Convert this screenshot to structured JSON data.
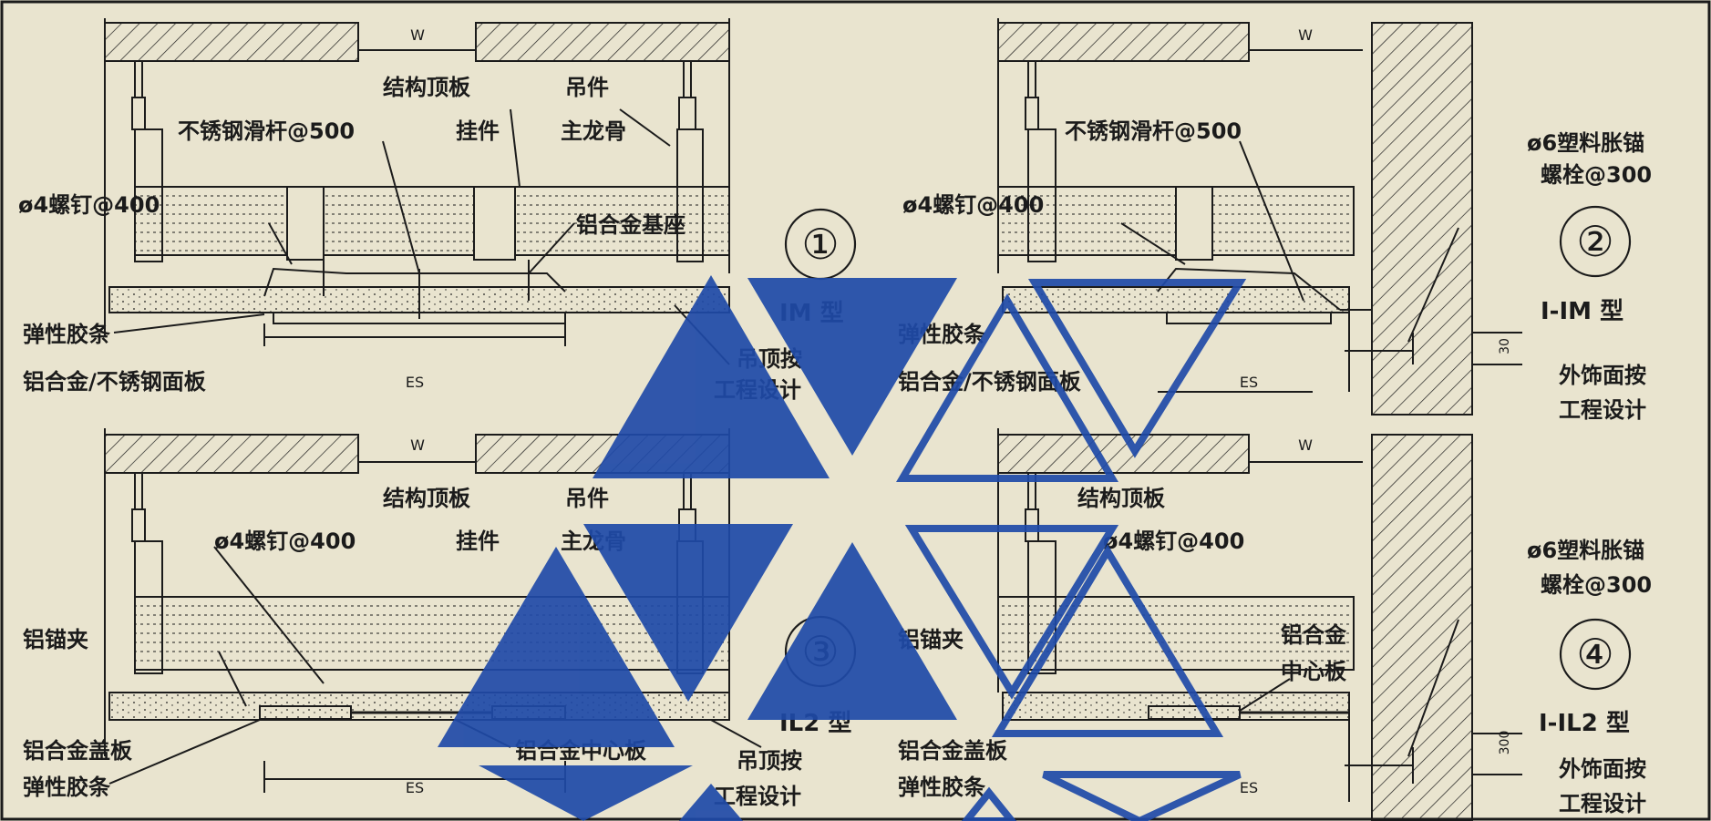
{
  "colors": {
    "paper": "#e9e4cf",
    "ink": "#1b1b1b",
    "watermark": "#1f4aa8"
  },
  "labels": {
    "structural_slab": "结构顶板",
    "hanger": "吊件",
    "stainless_rod": "不锈钢滑杆@500",
    "hanging_part": "挂件",
    "main_keel": "主龙骨",
    "screw": "ø4螺钉@400",
    "al_base": "铝合金基座",
    "elastic_strip": "弹性胶条",
    "al_panel": "铝合金/不锈钢面板",
    "ceiling_design": "吊顶按",
    "eng_design": "工程设计",
    "al_anchor_clip": "铝锚夹",
    "al_cover": "铝合金盖板",
    "al_center": "铝合金中心板",
    "al_center_2a": "铝合金",
    "al_center_2b": "中心板",
    "plastic_anchor": "ø6塑料胀锚",
    "bolt": "螺栓@300",
    "facing_design": "外饰面按"
  },
  "dims": {
    "w": "W",
    "es": "ES",
    "d30": "30",
    "d300": "300"
  },
  "details": [
    {
      "num": "①",
      "type": "IM 型"
    },
    {
      "num": "②",
      "type": "I-IM 型"
    },
    {
      "num": "③",
      "type": "IL2 型"
    },
    {
      "num": "④",
      "type": "I-IL2 型"
    }
  ]
}
